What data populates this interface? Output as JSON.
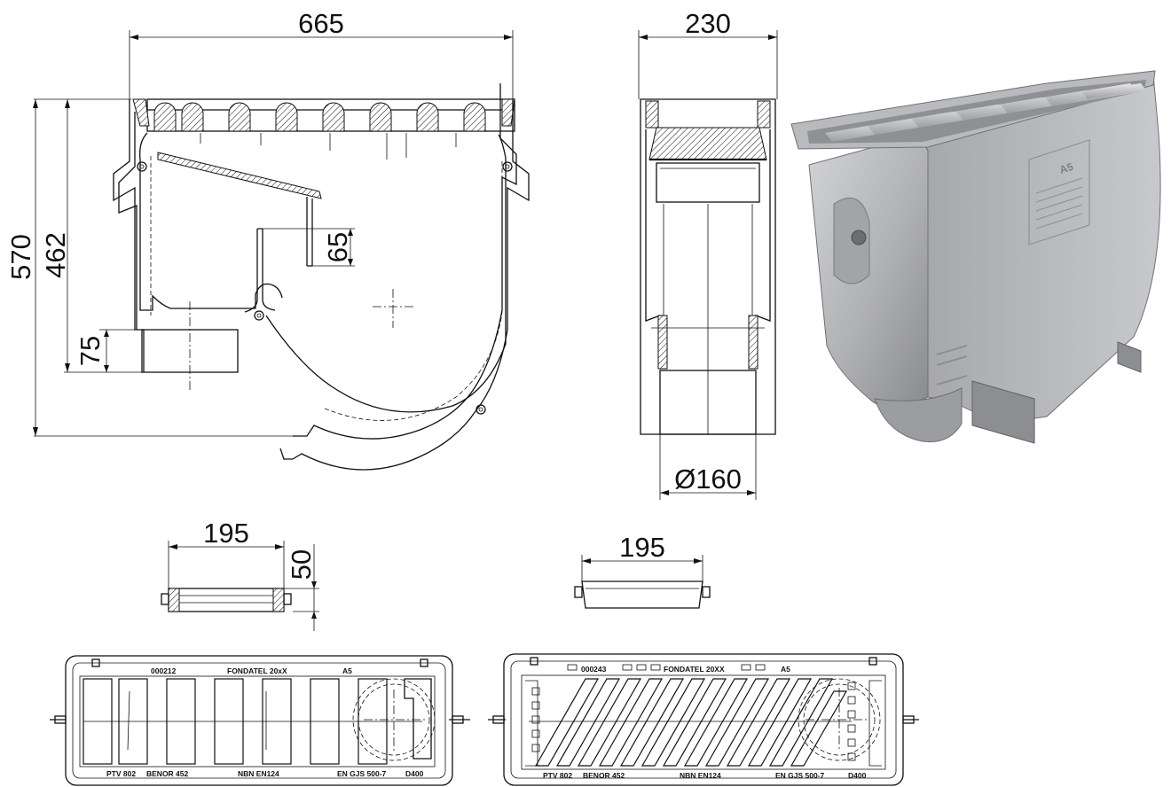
{
  "dimensions": {
    "front_width": "665",
    "side_width": "230",
    "total_height": "570",
    "body_height": "462",
    "baffle_drop": "65",
    "outlet_height": "75",
    "outlet_diameter": "Ø160",
    "grate_a_width": "195",
    "grate_a_height": "50",
    "grate_b_width": "195"
  },
  "grate_a_markings": {
    "top_code": "000212",
    "top_brand": "FONDATEL 20xX",
    "top_class": "A5",
    "bottom_ptv": "PTV 802",
    "bottom_benor": "BENOR 452",
    "bottom_standard": "NBN EN124",
    "bottom_material": "EN GJS 500-7",
    "bottom_class": "D400"
  },
  "grate_b_markings": {
    "top_code": "000243",
    "top_brand": "FONDATEL 20XX",
    "top_class": "A5",
    "bottom_ptv": "PTV 802",
    "bottom_benor": "BENOR 452",
    "bottom_standard": "NBN EN124",
    "bottom_material": "EN GJS 500-7",
    "bottom_class": "D400"
  },
  "photo_markings": {
    "casting_class": "A5"
  },
  "colors": {
    "line": "#111111",
    "metal_light": "#c9cacc",
    "metal_mid": "#a9aaad",
    "metal_dark": "#7d7e82"
  }
}
